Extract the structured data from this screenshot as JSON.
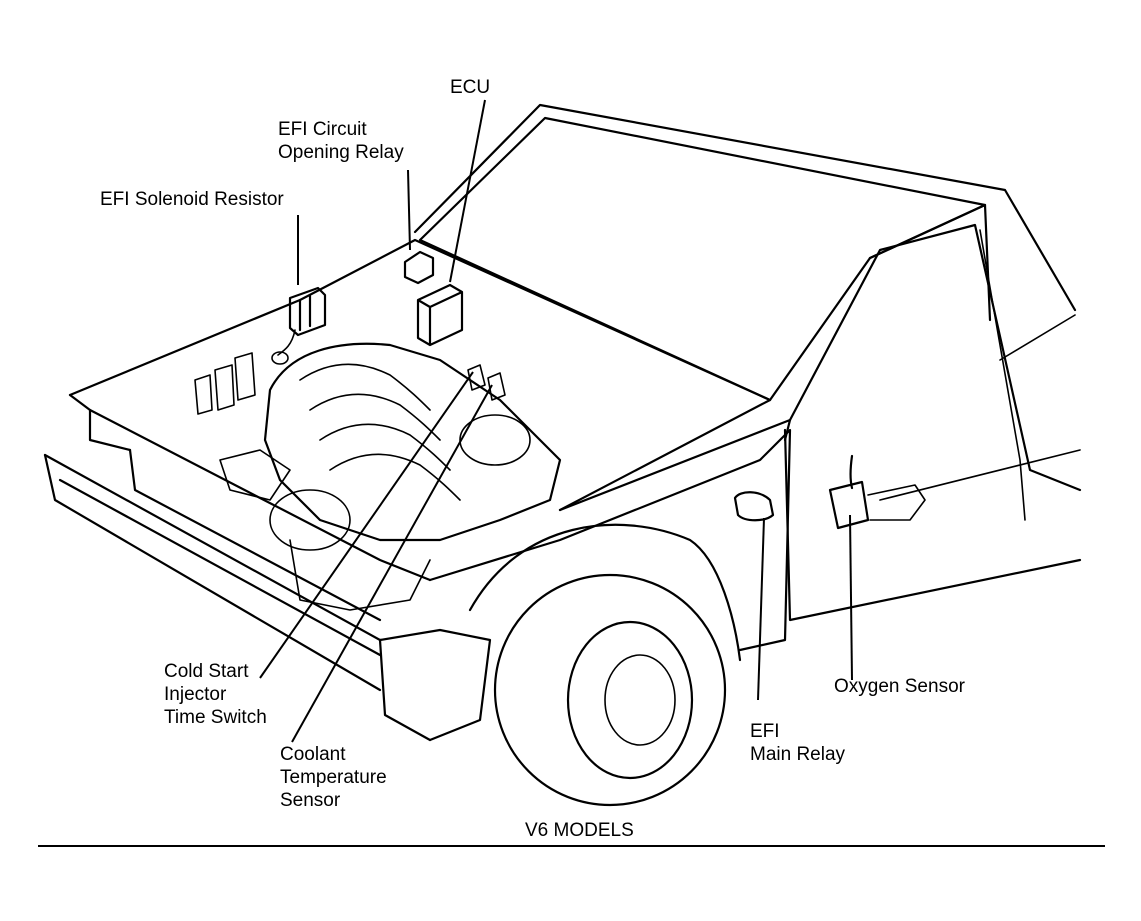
{
  "labels": {
    "ecu": "ECU",
    "efi_circuit_opening_relay": [
      "EFI Circuit",
      "Opening Relay"
    ],
    "efi_solenoid_resistor": "EFI Solenoid Resistor",
    "cold_start_injector_time_switch": [
      "Cold Start",
      "Injector",
      "Time Switch"
    ],
    "coolant_temperature_sensor": [
      "Coolant",
      "Temperature",
      "Sensor"
    ],
    "efi_main_relay": [
      "EFI",
      "Main Relay"
    ],
    "oxygen_sensor": "Oxygen Sensor"
  },
  "caption": "V6 MODELS"
}
